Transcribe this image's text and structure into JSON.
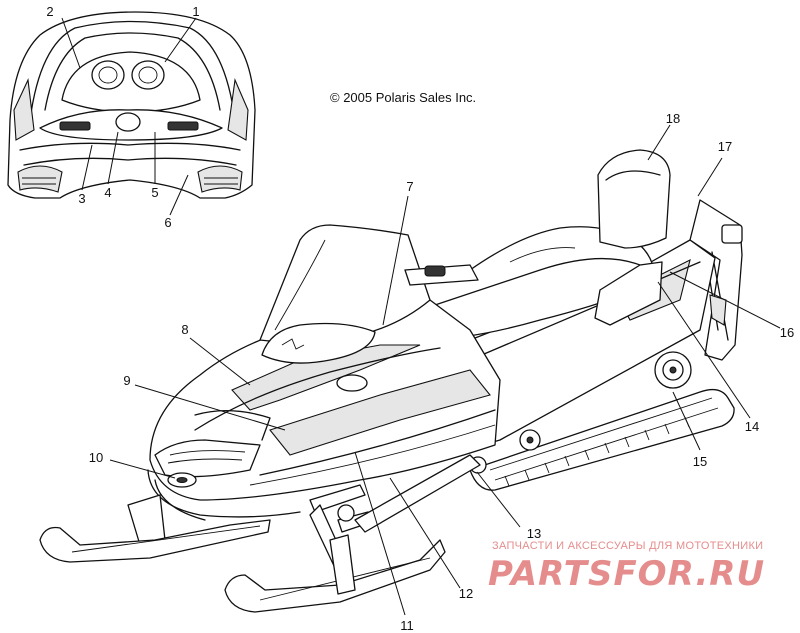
{
  "copyright": "© 2005 Polaris Sales Inc.",
  "watermark": {
    "tagline": "ЗАПЧАСТИ И АКСЕССУАРЫ ДЛЯ МОТОТЕХНИКИ",
    "brand": "PARTSFOR.RU"
  },
  "callouts": [
    "1",
    "2",
    "3",
    "4",
    "5",
    "6",
    "7",
    "8",
    "9",
    "10",
    "11",
    "12",
    "13",
    "14",
    "15",
    "16",
    "17",
    "18"
  ],
  "colors": {
    "line": "#111111",
    "watermark": "#e58d8d",
    "background": "#ffffff"
  }
}
